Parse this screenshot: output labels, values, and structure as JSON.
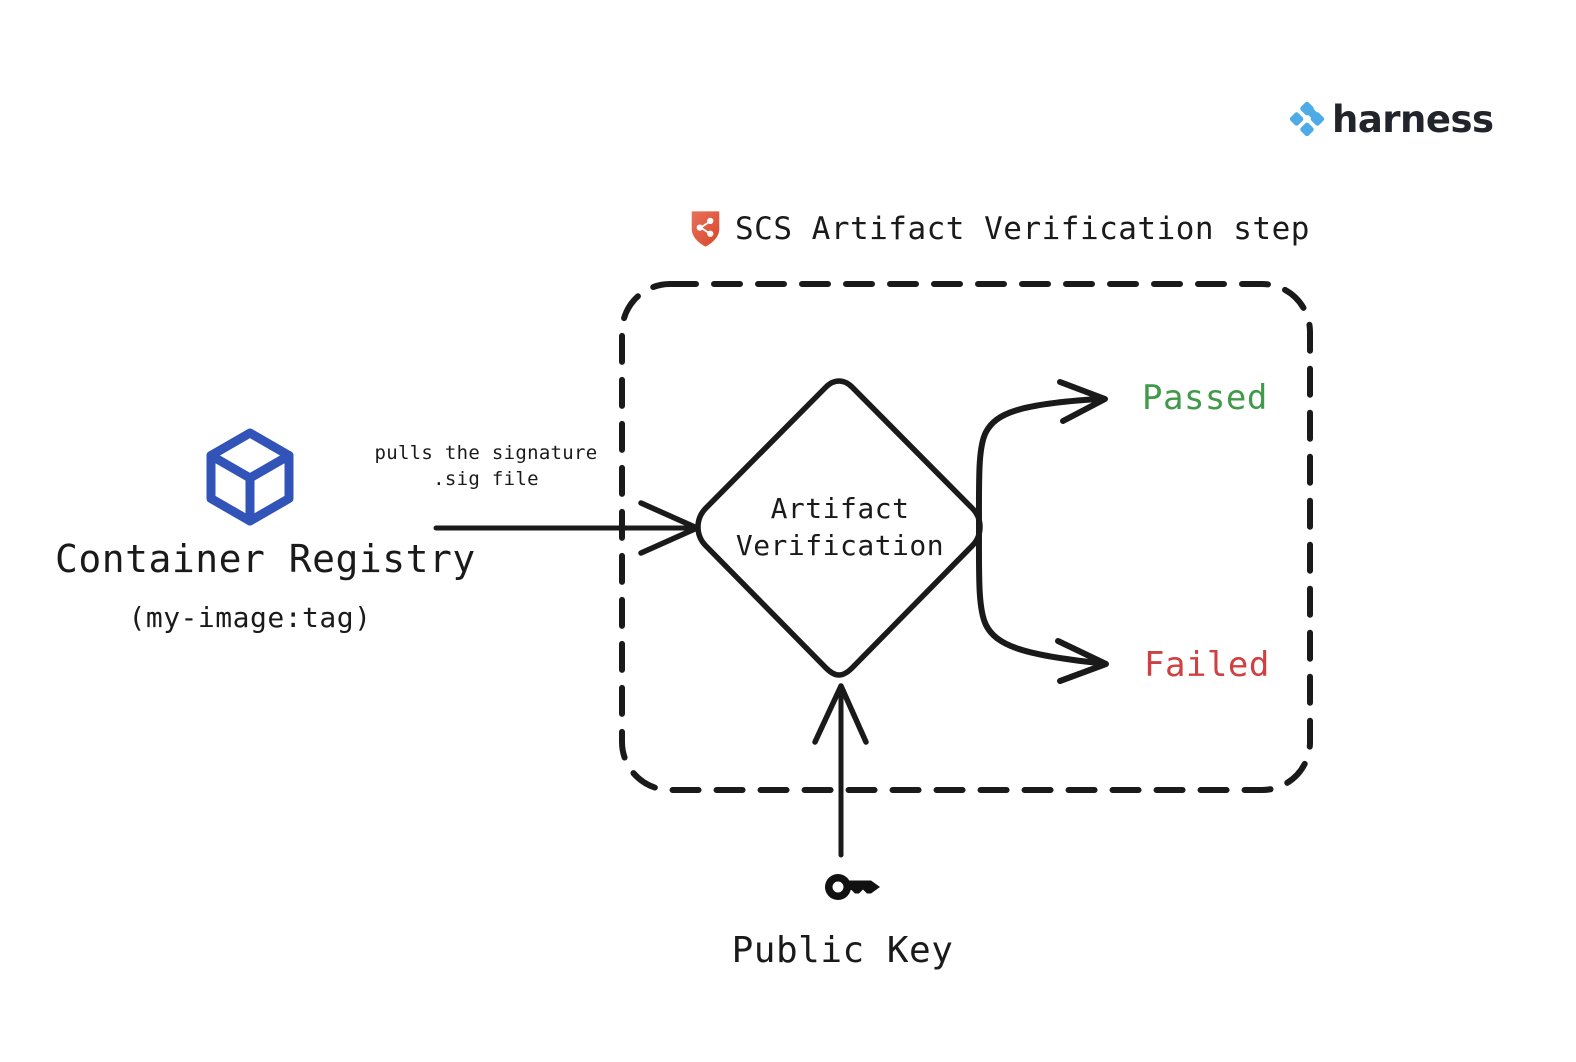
{
  "brand": {
    "logo_name": "harness-logo",
    "wordmark": "harness",
    "logo_color": "#4dabe8",
    "wordmark_color": "#22242b"
  },
  "diagram": {
    "title": "SCS Artifact Verification step",
    "title_icon": "scs-shield-icon",
    "title_icon_color": "#e0563f",
    "boundary": {
      "name": "scs-step-boundary",
      "style": "dashed",
      "color": "#1a1a1a"
    },
    "nodes": {
      "registry": {
        "icon": "container-cube-icon",
        "icon_color": "#3253b8",
        "label": "Container Registry",
        "sublabel": "(my-image:tag)"
      },
      "decision": {
        "icon": "diamond-shape",
        "line1": "Artifact",
        "line2": "Verification"
      },
      "public_key": {
        "icon": "key-icon",
        "icon_color": "#111111",
        "label": "Public Key"
      }
    },
    "edges": {
      "registry_to_verification": {
        "label_line1": "pulls the signature",
        "label_line2": ".sig file"
      },
      "publickey_to_verification": {
        "label": ""
      }
    },
    "outcomes": [
      {
        "name": "passed",
        "label": "Passed",
        "color": "#41994a"
      },
      {
        "name": "failed",
        "label": "Failed",
        "color": "#cf4040"
      }
    ]
  }
}
